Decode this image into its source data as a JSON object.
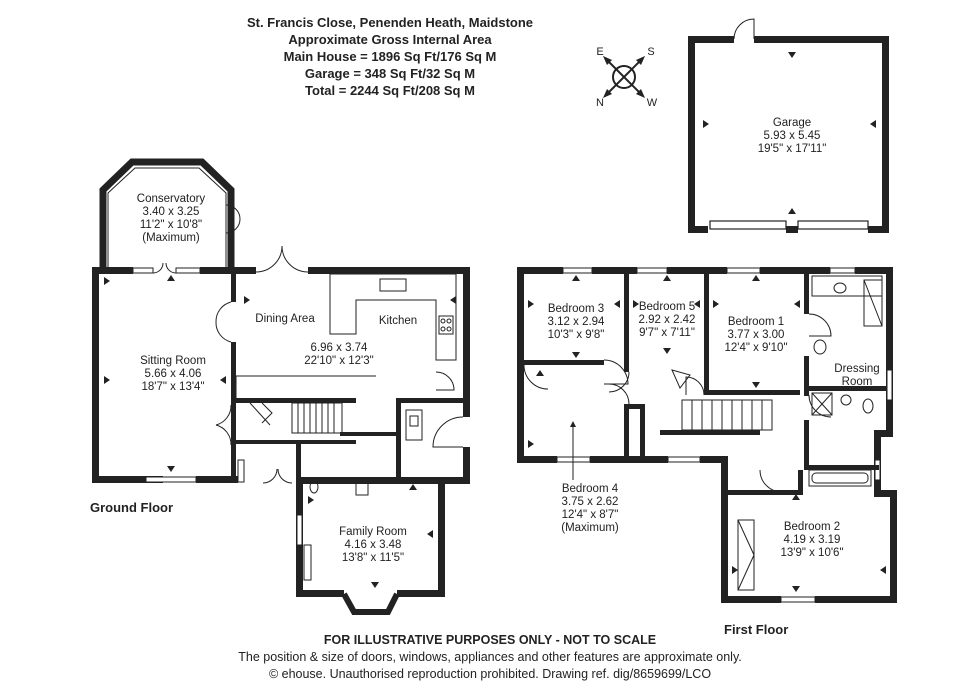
{
  "header": {
    "address": "St. Francis Close, Penenden Heath, Maidstone",
    "area_title": "Approximate Gross Internal Area",
    "main_house": "Main House = 1896 Sq Ft/176 Sq M",
    "garage": "Garage = 348 Sq Ft/32 Sq M",
    "total": "Total = 2244 Sq Ft/208 Sq M"
  },
  "compass": {
    "e": "E",
    "s": "S",
    "n": "N",
    "w": "W"
  },
  "floors": {
    "ground": "Ground Floor",
    "first": "First Floor"
  },
  "rooms": {
    "garage": {
      "name": "Garage",
      "metric": "5.93 x 5.45",
      "imperial": "19'5\" x 17'11\""
    },
    "conservatory": {
      "name": "Conservatory",
      "metric": "3.40 x 3.25",
      "imperial": "11'2\" x 10'8\"",
      "note": "(Maximum)"
    },
    "sitting": {
      "name": "Sitting Room",
      "metric": "5.66 x 4.06",
      "imperial": "18'7\" x 13'4\""
    },
    "dining_label": "Dining Area",
    "kitchen_label": "Kitchen",
    "kitchen_dims": {
      "metric": "6.96 x 3.74",
      "imperial": "22'10\" x 12'3\""
    },
    "family": {
      "name": "Family Room",
      "metric": "4.16 x 3.48",
      "imperial": "13'8\" x 11'5\""
    },
    "bed3": {
      "name": "Bedroom 3",
      "metric": "3.12 x 2.94",
      "imperial": "10'3\" x 9'8\""
    },
    "bed5": {
      "name": "Bedroom 5",
      "metric": "2.92 x 2.42",
      "imperial": "9'7\" x 7'11\""
    },
    "bed1": {
      "name": "Bedroom 1",
      "metric": "3.77 x 3.00",
      "imperial": "12'4\" x 9'10\""
    },
    "dressing": {
      "line1": "Dressing",
      "line2": "Room"
    },
    "bed4": {
      "name": "Bedroom 4",
      "metric": "3.75 x 2.62",
      "imperial": "12'4\" x 8'7\"",
      "note": "(Maximum)"
    },
    "bed2": {
      "name": "Bedroom 2",
      "metric": "4.19 x 3.19",
      "imperial": "13'9\" x 10'6\""
    }
  },
  "footer": {
    "disclaimer": "FOR ILLUSTRATIVE PURPOSES ONLY - NOT TO SCALE",
    "note": "The position & size of doors, windows, appliances and other features are approximate only.",
    "copyright": "© ehouse. Unauthorised reproduction prohibited. Drawing ref. dig/8659699/LCO"
  }
}
